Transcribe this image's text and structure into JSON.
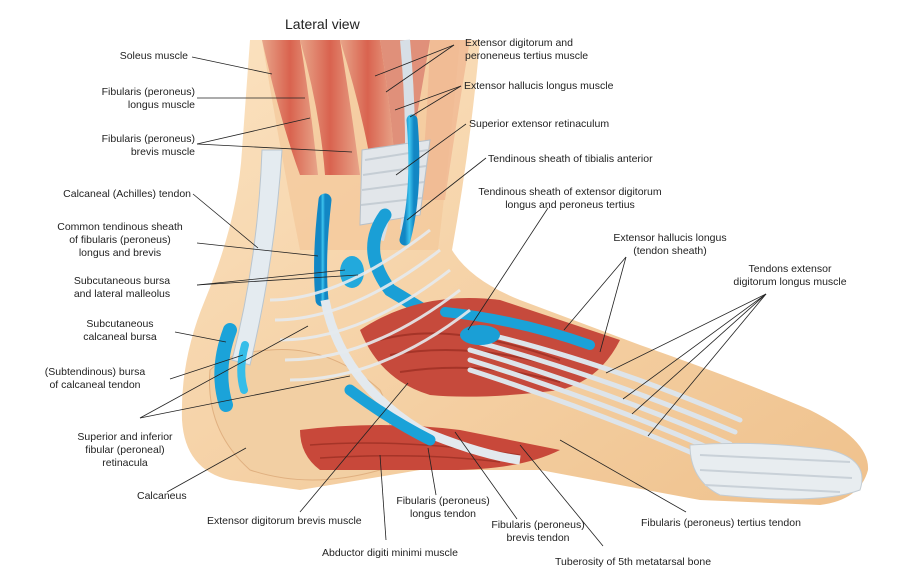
{
  "title": "Lateral view",
  "labels": {
    "soleus": "Soleus muscle",
    "fib_longus": [
      "Fibularis (peroneus)",
      "longus muscle"
    ],
    "fib_brevis": [
      "Fibularis (peroneus)",
      "brevis muscle"
    ],
    "achilles": "Calcaneal (Achilles) tendon",
    "common_sheath": [
      "Common tendinous sheath",
      "of fibularis (peroneus)",
      "longus and brevis"
    ],
    "subcut_bursa_mall": [
      "Subcutaneous bursa",
      "and lateral malleolus"
    ],
    "subcut_calc": [
      "Subcutaneous",
      "calcaneal bursa"
    ],
    "subtend_bursa": [
      "(Subtendinous) bursa",
      "of calcaneal tendon"
    ],
    "retinacula": [
      "Superior and inferior",
      "fibular (peroneal)",
      "retinacula"
    ],
    "calcaneus": "Calcaneus",
    "edb": "Extensor digitorum brevis muscle",
    "adm": "Abductor digiti minimi muscle",
    "fib_longus_tendon": [
      "Fibularis (peroneus)",
      "longus tendon"
    ],
    "fib_brevis_tendon": [
      "Fibularis (peroneus)",
      "brevis tendon"
    ],
    "tuberosity": "Tuberosity of 5th metatarsal bone",
    "fib_tertius_tendon": "Fibularis (peroneus) tertius tendon",
    "edl_peroneus": [
      "Extensor digitorum and",
      "peroneneus tertius muscle"
    ],
    "ehl_muscle": "Extensor hallucis longus muscle",
    "sup_ext_ret": "Superior extensor retinaculum",
    "tib_ant_sheath": "Tendinous sheath of tibialis anterior",
    "edl_sheath": [
      "Tendinous sheath of extensor digitorum",
      "longus and peroneus tertius"
    ],
    "ehl_sheath": [
      "Extensor hallucis longus",
      "(tendon sheath)"
    ],
    "tendons_edl": [
      "Tendons extensor",
      "digitorum longus muscle"
    ]
  },
  "colors": {
    "skin": "#f6d0a0",
    "muscle": "#c9463a",
    "tendon": "#dfe6ec",
    "sheath": "#1aa6d9",
    "bone": "#f2e8dc"
  }
}
